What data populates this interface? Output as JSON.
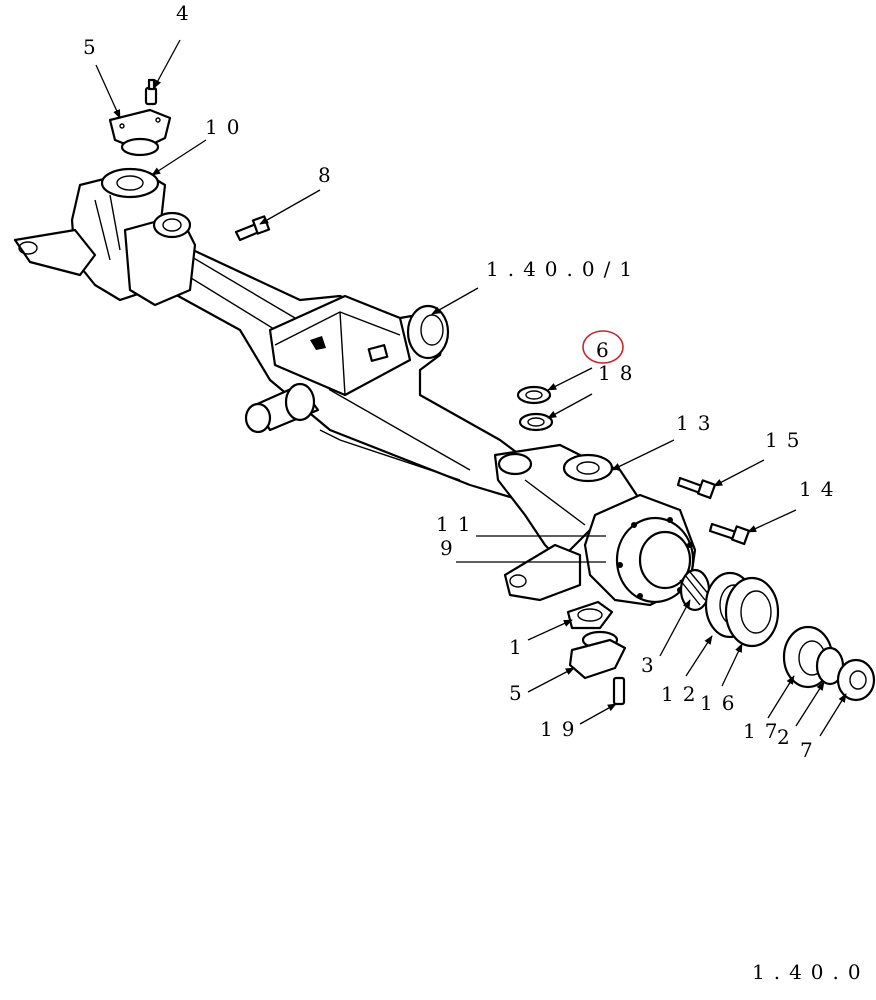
{
  "callouts": {
    "c4": "4",
    "c5_top": "5",
    "c10": "10",
    "c8": "8",
    "c_ref": "1.40.0/1",
    "c6": "6",
    "c18": "18",
    "c13": "13",
    "c15": "15",
    "c14": "14",
    "c11": "11",
    "c9": "9",
    "c1": "1",
    "c3": "3",
    "c12": "12",
    "c16": "16",
    "c5_bottom": "5",
    "c19": "19",
    "c17": "17",
    "c2": "2",
    "c7": "7"
  },
  "footer": {
    "page_ref": "1.40.0"
  },
  "highlight": {
    "target": "6",
    "color": "#c8262b"
  }
}
